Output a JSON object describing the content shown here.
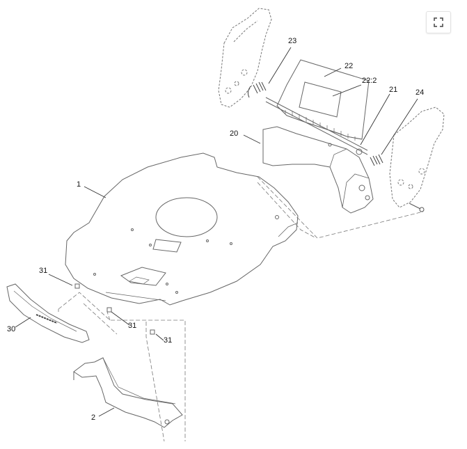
{
  "toolbar": {
    "expand_icon": "fullscreen-icon"
  },
  "callouts": {
    "c1": "1",
    "c2": "2",
    "c20": "20",
    "c21": "21",
    "c22": "22",
    "c22_2": "22:2",
    "c23": "23",
    "c24": "24",
    "c30": "30",
    "c31_a": "31",
    "c31_b": "31",
    "c31_c": "31"
  },
  "colors": {
    "line": "#666666",
    "text": "#111111"
  }
}
